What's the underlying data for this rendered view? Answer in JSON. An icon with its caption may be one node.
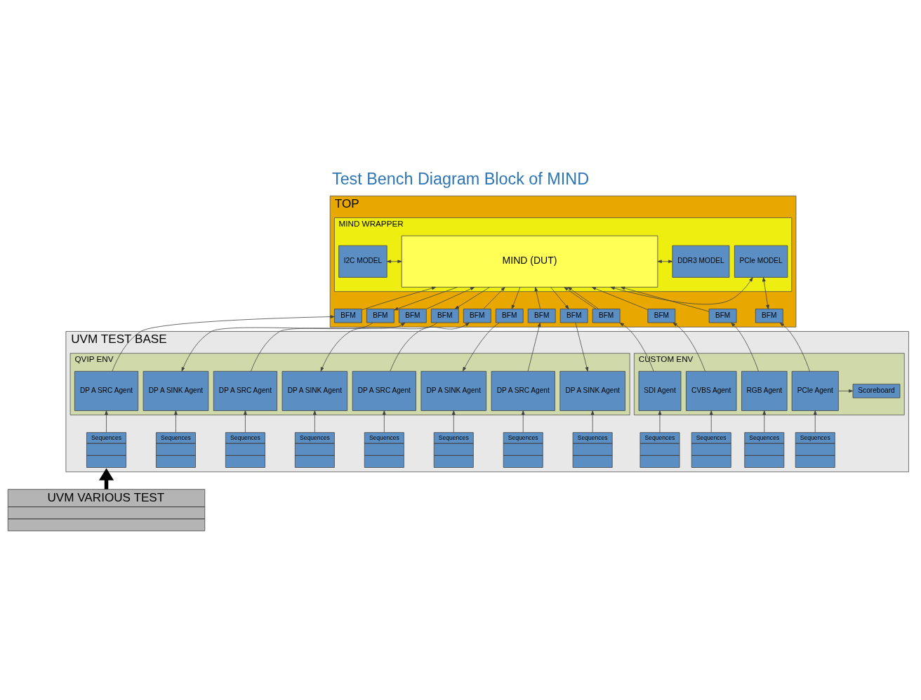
{
  "diagram": {
    "title": "Test Bench Diagram Block of MIND",
    "nodes": [
      {
        "text": [
          "TOP"
        ]
      },
      {
        "text": [
          "MIND WRAPPER"
        ],
        "in": 0
      },
      {
        "text": [
          "I2C MODEL"
        ],
        "in": 1
      },
      {
        "text": [
          "MIND (DUT)"
        ],
        "in": 1
      },
      {
        "text": [
          "DDR3 MODEL"
        ],
        "in": 1
      },
      {
        "text": [
          "PCIe MODEL"
        ],
        "in": 1
      },
      {
        "text": [
          "BFM"
        ],
        "in": 0
      },
      {
        "text": [
          "BFM"
        ],
        "in": 0
      },
      {
        "text": [
          "BFM"
        ],
        "in": 0
      },
      {
        "text": [
          "BFM"
        ],
        "in": 0
      },
      {
        "text": [
          "BFM"
        ],
        "in": 0
      },
      {
        "text": [
          "BFM"
        ],
        "in": 0
      },
      {
        "text": [
          "BFM"
        ],
        "in": 0
      },
      {
        "text": [
          "BFM"
        ],
        "in": 0
      },
      {
        "text": [
          "BFM"
        ],
        "in": 0
      },
      {
        "text": [
          "BFM"
        ],
        "in": 0
      },
      {
        "text": [
          "BFM"
        ],
        "in": 0
      },
      {
        "text": [
          "BFM"
        ],
        "in": 0
      },
      {
        "text": [
          "UVM TEST BASE"
        ]
      },
      {
        "text": [
          "QVIP ENV"
        ],
        "in": 18
      },
      {
        "text": [
          "DP A SRC Agent"
        ],
        "in": 19
      },
      {
        "text": [
          "DP A SINK Agent"
        ],
        "in": 19
      },
      {
        "text": [
          "DP A SRC Agent"
        ],
        "in": 19
      },
      {
        "text": [
          "DP A SINK Agent"
        ],
        "in": 19
      },
      {
        "text": [
          "DP A SRC Agent"
        ],
        "in": 19
      },
      {
        "text": [
          "DP A SINK Agent"
        ],
        "in": 19
      },
      {
        "text": [
          "DP A SRC Agent"
        ],
        "in": 19
      },
      {
        "text": [
          "DP A SINK Agent"
        ],
        "in": 19
      },
      {
        "text": [
          "CUSTOM ENV"
        ],
        "in": 18
      },
      {
        "text": [
          "SDI Agent"
        ],
        "in": 28
      },
      {
        "text": [
          "CVBS Agent"
        ],
        "in": 28
      },
      {
        "text": [
          "RGB Agent"
        ],
        "in": 28
      },
      {
        "text": [
          "PCIe Agent"
        ],
        "in": 28
      },
      {
        "text": [
          "Scoreboard"
        ],
        "in": 28
      },
      {
        "text": [
          "Sequences"
        ],
        "in": 18
      },
      {
        "text": [
          "Sequences"
        ],
        "in": 18
      },
      {
        "text": [
          "Sequences"
        ],
        "in": 18
      },
      {
        "text": [
          "Sequences"
        ],
        "in": 18
      },
      {
        "text": [
          "Sequences"
        ],
        "in": 18
      },
      {
        "text": [
          "Sequences"
        ],
        "in": 18
      },
      {
        "text": [
          "Sequences"
        ],
        "in": 18
      },
      {
        "text": [
          "Sequences"
        ],
        "in": 18
      },
      {
        "text": [
          "Sequences"
        ],
        "in": 18
      },
      {
        "text": [
          "Sequences"
        ],
        "in": 18
      },
      {
        "text": [
          "Sequences"
        ],
        "in": 18
      },
      {
        "text": [
          "Sequences"
        ],
        "in": 18
      },
      {
        "text": [
          "UVM VARIOUS TEST"
        ]
      }
    ],
    "edges": [
      {
        "from": 2,
        "to": 3,
        "arrow": "both"
      },
      {
        "from": 3,
        "to": 4,
        "arrow": "both"
      },
      {
        "from": 3,
        "to": 5,
        "arrow": "both"
      },
      {
        "from": 6,
        "to": 3,
        "arrow": "to"
      },
      {
        "from": 3,
        "to": 7,
        "arrow": "to"
      },
      {
        "from": 8,
        "to": 3,
        "arrow": "to"
      },
      {
        "from": 3,
        "to": 9,
        "arrow": "to"
      },
      {
        "from": 10,
        "to": 3,
        "arrow": "to"
      },
      {
        "from": 3,
        "to": 11,
        "arrow": "to"
      },
      {
        "from": 12,
        "to": 3,
        "arrow": "to"
      },
      {
        "from": 3,
        "to": 13,
        "arrow": "to"
      },
      {
        "from": 14,
        "to": 3,
        "arrow": "to"
      },
      {
        "from": 14,
        "to": 3,
        "arrow": "to"
      },
      {
        "from": 15,
        "to": 3,
        "arrow": "to"
      },
      {
        "from": 16,
        "to": 3,
        "arrow": "to"
      },
      {
        "from": 17,
        "to": 5,
        "arrow": "both"
      },
      {
        "from": 20,
        "to": 6,
        "arrow": "to"
      },
      {
        "from": 7,
        "to": 21,
        "arrow": "to"
      },
      {
        "from": 22,
        "to": 8,
        "arrow": "to"
      },
      {
        "from": 9,
        "to": 23,
        "arrow": "to"
      },
      {
        "from": 24,
        "to": 10,
        "arrow": "to"
      },
      {
        "from": 11,
        "to": 25,
        "arrow": "to"
      },
      {
        "from": 26,
        "to": 12,
        "arrow": "to"
      },
      {
        "from": 13,
        "to": 27,
        "arrow": "to"
      },
      {
        "from": 29,
        "to": 14,
        "arrow": "to"
      },
      {
        "from": 30,
        "to": 15,
        "arrow": "to"
      },
      {
        "from": 31,
        "to": 16,
        "arrow": "to"
      },
      {
        "from": 32,
        "to": 17,
        "arrow": "to"
      },
      {
        "from": 32,
        "to": 33,
        "arrow": "to"
      },
      {
        "from": 34,
        "to": 20,
        "arrow": "to"
      },
      {
        "from": 35,
        "to": 21,
        "arrow": "to"
      },
      {
        "from": 36,
        "to": 22,
        "arrow": "to"
      },
      {
        "from": 37,
        "to": 23,
        "arrow": "to"
      },
      {
        "from": 38,
        "to": 24,
        "arrow": "to"
      },
      {
        "from": 39,
        "to": 25,
        "arrow": "to"
      },
      {
        "from": 40,
        "to": 26,
        "arrow": "to"
      },
      {
        "from": 41,
        "to": 27,
        "arrow": "to"
      },
      {
        "from": 42,
        "to": 29,
        "arrow": "to"
      },
      {
        "from": 43,
        "to": 30,
        "arrow": "to"
      },
      {
        "from": 44,
        "to": 31,
        "arrow": "to"
      },
      {
        "from": 45,
        "to": 32,
        "arrow": "to"
      },
      {
        "from": 46,
        "to": 18,
        "arrow": "to",
        "style": "thick",
        "color": "#000000"
      }
    ]
  }
}
